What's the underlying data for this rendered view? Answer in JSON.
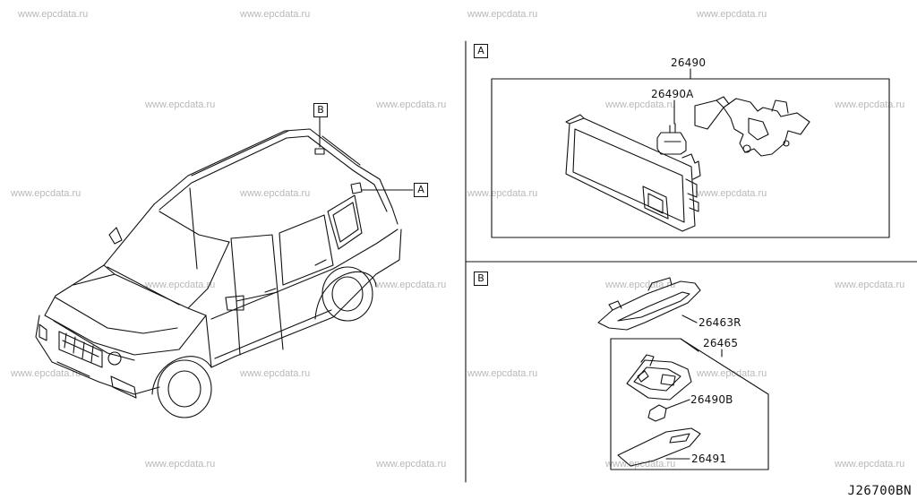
{
  "watermark": "www.epcdata.ru",
  "diagram_code": "J26700BN",
  "callouts": {
    "vehicle_a": "A",
    "vehicle_b": "B"
  },
  "section_a": {
    "tag": "A",
    "parts": [
      {
        "id": "p26490",
        "label": "26490"
      },
      {
        "id": "p26490a",
        "label": "26490A"
      }
    ]
  },
  "section_b": {
    "tag": "B",
    "parts": [
      {
        "id": "p26463r",
        "label": "26463R"
      },
      {
        "id": "p26465",
        "label": "26465"
      },
      {
        "id": "p26490b",
        "label": "26490B"
      },
      {
        "id": "p26491",
        "label": "26491"
      }
    ]
  }
}
